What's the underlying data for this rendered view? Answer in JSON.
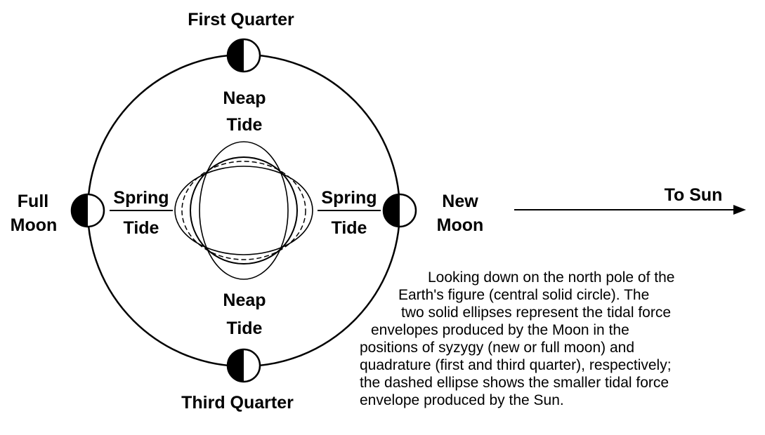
{
  "labels": {
    "first_quarter": "First Quarter",
    "third_quarter": "Third Quarter",
    "full_moon_line1": "Full",
    "full_moon_line2": "Moon",
    "new_moon_line1": "New",
    "new_moon_line2": "Moon",
    "neap_top_line1": "Neap",
    "neap_top_line2": "Tide",
    "neap_bottom_line1": "Neap",
    "neap_bottom_line2": "Tide",
    "spring_left_line1": "Spring",
    "spring_left_line2": "Tide",
    "spring_right_line1": "Spring",
    "spring_right_line2": "Tide",
    "to_sun": "To Sun"
  },
  "caption_lines": [
    "Looking down on the north pole of the",
    "Earth's figure (central solid circle).  The",
    "two solid ellipses represent the tidal force",
    "envelopes produced by the Moon in the",
    "positions of syzygy (new or full moon) and",
    "quadrature (first and third quarter), respectively;",
    "the dashed ellipse shows the smaller tidal force",
    "envelope produced by the Sun."
  ],
  "colors": {
    "ink": "#000000",
    "background": "#ffffff"
  }
}
